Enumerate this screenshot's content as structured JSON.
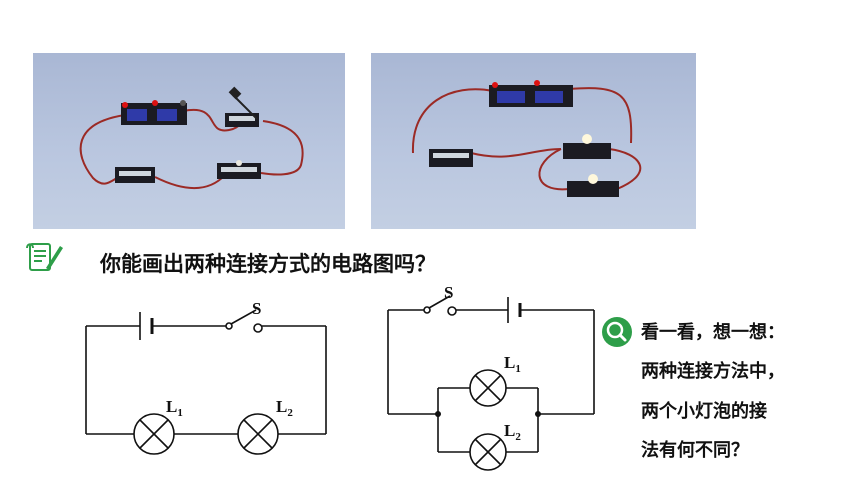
{
  "question": "你能画出两种连接方式的电路图吗？",
  "series_diagram": {
    "switch_label": "S",
    "lamp1_label": "L",
    "lamp1_sub": "1",
    "lamp2_label": "L",
    "lamp2_sub": "2"
  },
  "parallel_diagram": {
    "switch_label": "S",
    "lamp1_label": "L",
    "lamp1_sub": "1",
    "lamp2_label": "L",
    "lamp2_sub": "2"
  },
  "think": {
    "title": "看一看，想一想：",
    "lines": [
      "两种连接方法中，",
      "两个小灯泡的接",
      "法有何不同？"
    ]
  },
  "colors": {
    "accent_green": "#2e9e49",
    "line": "#111111",
    "wire": "#9b2a25"
  },
  "icons": {
    "question": "scroll-pen-icon",
    "think": "magnifier-icon"
  }
}
